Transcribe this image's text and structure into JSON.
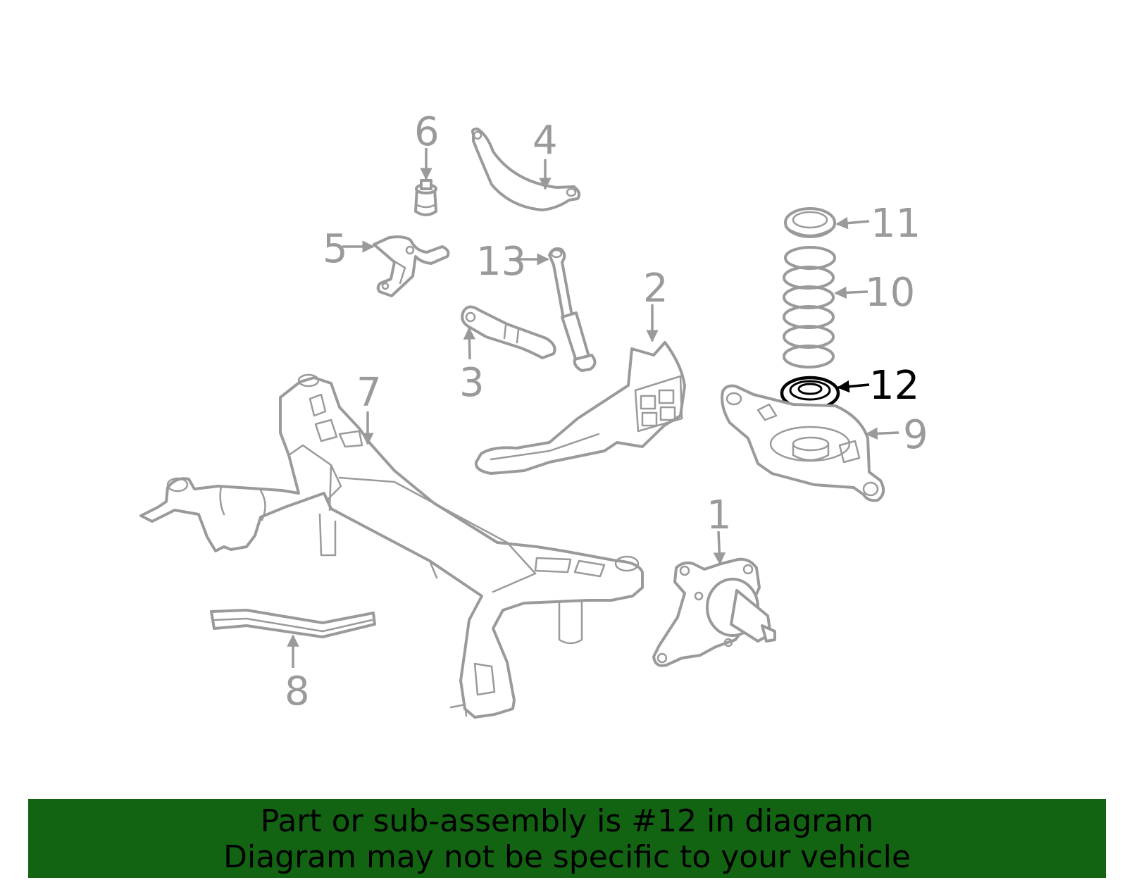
{
  "callouts": [
    {
      "id": "1",
      "label": "1"
    },
    {
      "id": "2",
      "label": "2"
    },
    {
      "id": "3",
      "label": "3"
    },
    {
      "id": "4",
      "label": "4"
    },
    {
      "id": "5",
      "label": "5"
    },
    {
      "id": "6",
      "label": "6"
    },
    {
      "id": "7",
      "label": "7"
    },
    {
      "id": "8",
      "label": "8"
    },
    {
      "id": "9",
      "label": "9"
    },
    {
      "id": "10",
      "label": "10"
    },
    {
      "id": "11",
      "label": "11"
    },
    {
      "id": "12",
      "label": "12"
    },
    {
      "id": "13",
      "label": "13"
    }
  ],
  "highlighted_part": "12",
  "colors": {
    "part_stroke": "#9a9a9a",
    "highlight": "#000000",
    "banner_background": "#136412",
    "banner_text": "#000000"
  },
  "banner": {
    "line1": "Part or sub-assembly is #12 in diagram",
    "line2": "Diagram may not be specific to your vehicle"
  }
}
